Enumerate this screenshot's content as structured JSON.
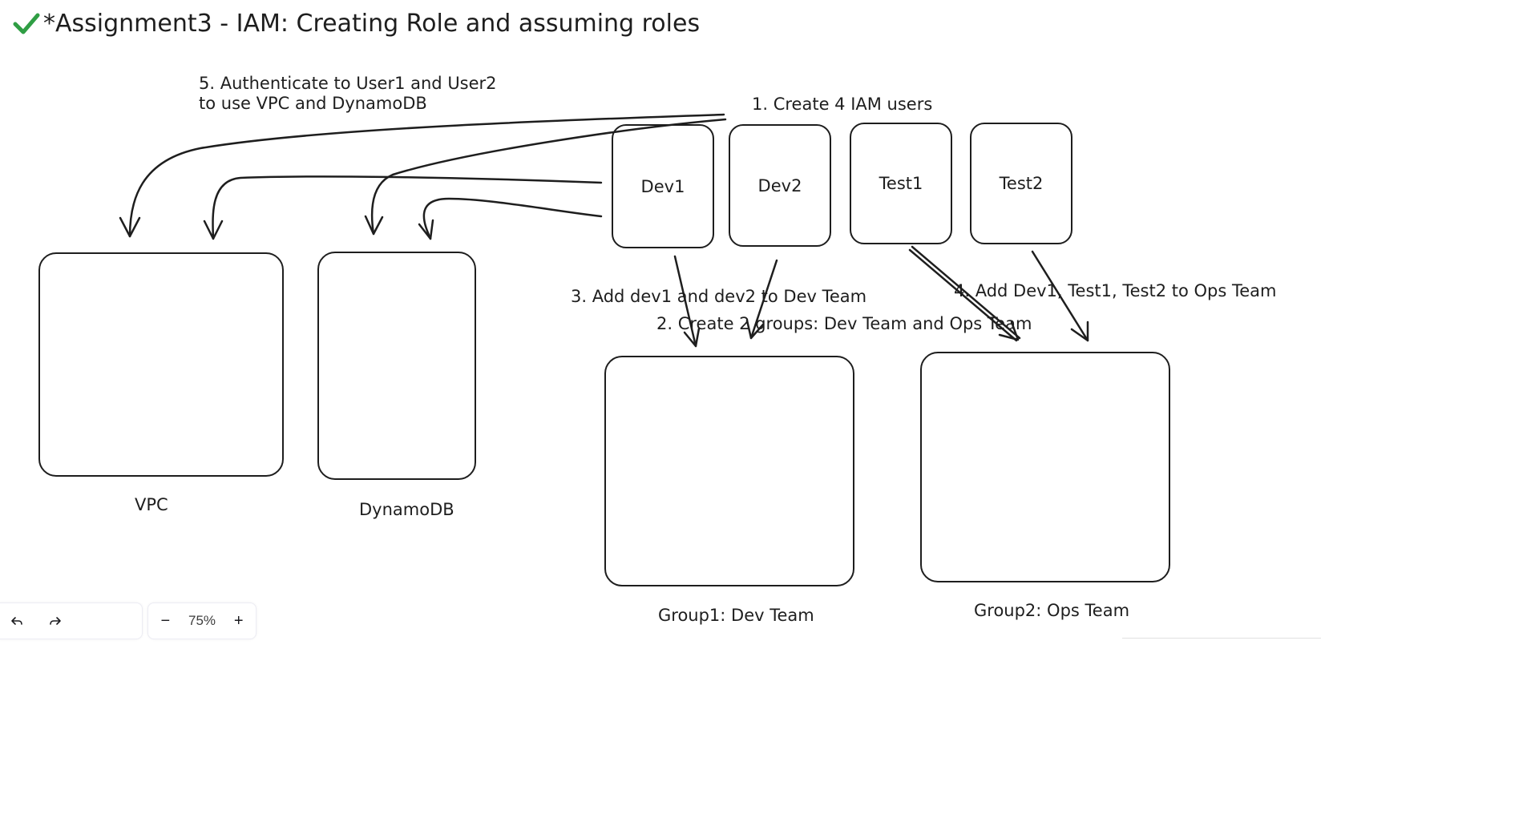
{
  "title": {
    "text": "*Assignment3 - IAM: Creating Role and assuming roles",
    "status_icon": "check-icon",
    "status_color": "#2f9e44"
  },
  "annotations": {
    "step1": "1. Create 4 IAM users",
    "step2": "2. Create 2 groups: Dev Team and Ops Team",
    "step3": "3. Add dev1 and dev2 to Dev Team",
    "step4": "4. Add Dev1, Test1, Test2 to Ops Team",
    "step5_line1": "5. Authenticate to User1 and User2",
    "step5_line2": "to use VPC and DynamoDB"
  },
  "users": [
    "Dev1",
    "Dev2",
    "Test1",
    "Test2"
  ],
  "services": {
    "vpc": "VPC",
    "dynamodb": "DynamoDB"
  },
  "groups": {
    "group1": "Group1: Dev Team",
    "group2": "Group2: Ops Team"
  },
  "toolbar": {
    "undo_icon": "undo-icon",
    "redo_icon": "redo-icon",
    "zoom_out_label": "−",
    "zoom_level": "75%",
    "zoom_in_label": "+"
  },
  "colors": {
    "stroke": "#1e1e1e",
    "background": "#ffffff"
  }
}
